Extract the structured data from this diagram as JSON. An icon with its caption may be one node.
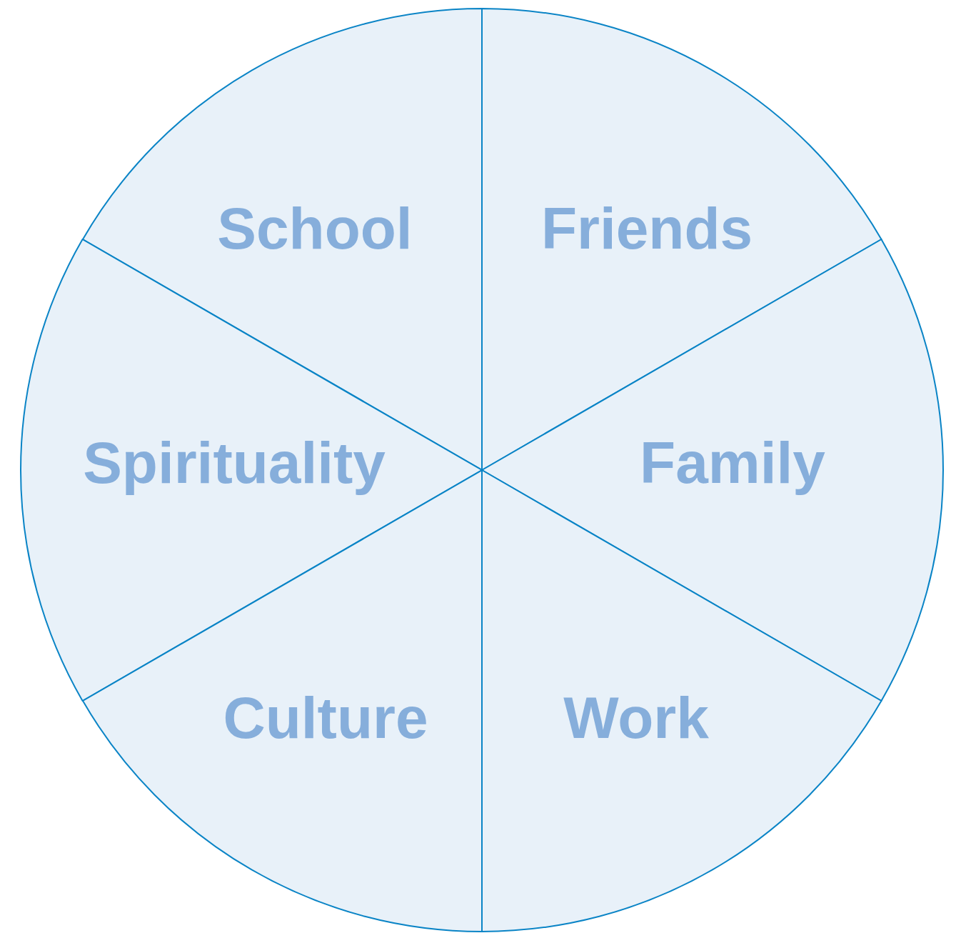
{
  "diagram": {
    "nodes": [
      {
        "text": [
          "School"
        ]
      },
      {
        "text": [
          "Friends"
        ]
      },
      {
        "text": [
          "Spirituality"
        ]
      },
      {
        "text": [
          "Family"
        ]
      },
      {
        "text": [
          "Culture"
        ]
      },
      {
        "text": [
          "Work"
        ]
      }
    ]
  }
}
